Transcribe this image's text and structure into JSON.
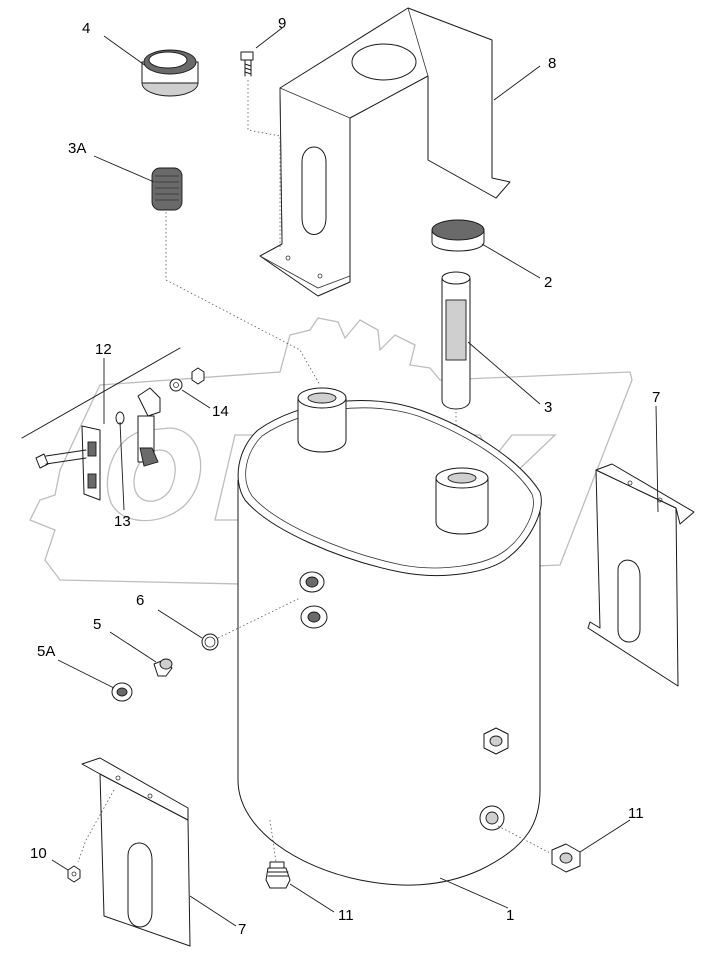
{
  "watermark": "OPEX",
  "callouts": {
    "c1": "1",
    "c2": "2",
    "c3": "3",
    "c3a": "3A",
    "c4": "4",
    "c5": "5",
    "c5a": "5A",
    "c6": "6",
    "c7_right": "7",
    "c7_bottom": "7",
    "c8": "8",
    "c9": "9",
    "c10": "10",
    "c11_right": "11",
    "c11_bottom": "11",
    "c12": "12",
    "c13": "13",
    "c14": "14"
  },
  "colors": {
    "line": "#1a1a1a",
    "watermark": "#bdbdbd",
    "background": "#ffffff"
  }
}
